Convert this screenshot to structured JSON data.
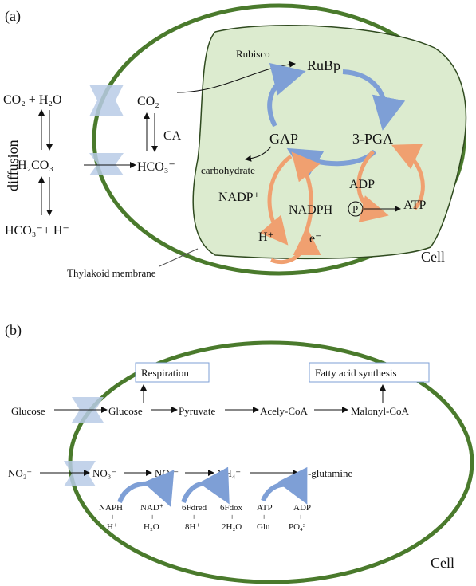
{
  "panel_a": {
    "label": "(a)",
    "cell": "Cell",
    "diffusion": "diffusion",
    "co2_h2o": "CO₂ + H₂O",
    "co2_in": "CO₂",
    "ca": "CA",
    "h2co3": "H₂CO₃",
    "hco3_in": "HCO₃⁻",
    "hco3_h": "HCO₃⁻+ H⁻",
    "rubisco": "Rubisco",
    "rubp": "RuBp",
    "gap": "GAP",
    "pga": "3-PGA",
    "carbohydrate": "carbohydrate",
    "adp": "ADP",
    "atp": "ATP",
    "p": "P",
    "nadp": "NADP⁺",
    "nadph": "NADPH",
    "hplus": "H⁺",
    "eminus": "e⁻",
    "thylakoid": "Thylakoid membrane"
  },
  "panel_b": {
    "label": "(b)",
    "cell": "Cell",
    "respiration": "Respiration",
    "fatty": "Fatty acid synthesis",
    "glucose_out": "Glucose",
    "glucose_in": "Glucose",
    "pyruvate": "Pyruvate",
    "acely": "Acely-CoA",
    "malonyl": "Malonyl-CoA",
    "no2_out": "NO₂⁻",
    "no3_in": "NO₃⁻",
    "no2_in": "NO₂⁻",
    "nh4": "NH₄⁺",
    "lglut": "L-glutamine",
    "naph": "NAPH",
    "plus1": "+",
    "hplus": "H⁺",
    "nadplus": "NAD⁺",
    "plus2": "+",
    "h2o": "H₂O",
    "fdred": "6Fdred",
    "plus3": "+",
    "h8": "8H⁺",
    "fdox": "6Fdox",
    "plus4": "+",
    "h2o2": "2H₂O",
    "atp": "ATP",
    "plus5": "+",
    "glu": "Glu",
    "adp": "ADP",
    "plus6": "+",
    "po4": "PO₄³⁻"
  },
  "colors": {
    "cell_border": "#4a7a2c",
    "chloroplast_fill": "#dcebcf",
    "chloroplast_border": "#2f4a1f",
    "transporter": "#b9cbe6",
    "calvin_arrow": "#7e9fd6",
    "light_arrow": "#f0a070"
  }
}
